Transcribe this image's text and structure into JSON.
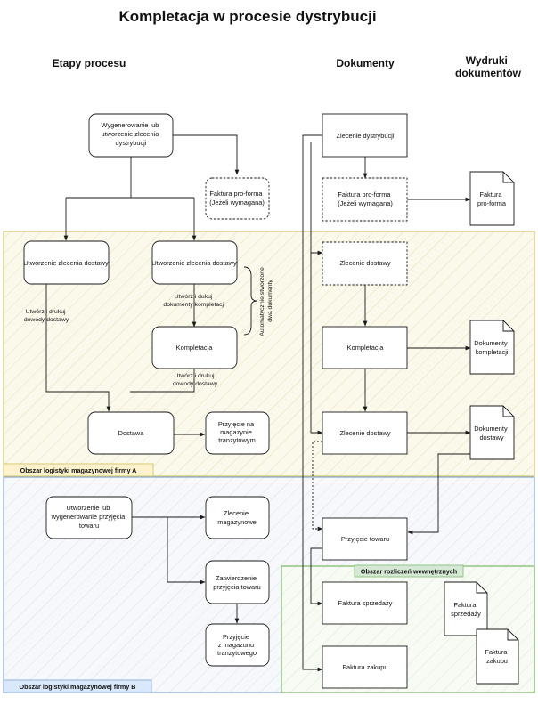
{
  "title": "Kompletacja w procesie dystrybucji",
  "columns": {
    "stages": "Etapy procesu",
    "documents": "Dokumenty",
    "printouts": [
      "Wydruki",
      "dokumentów"
    ]
  },
  "areas": {
    "firm_a": "Obszar logistyki magazynowej firmy A",
    "firm_b": "Obszar logistyki magazynowej firmy B",
    "internal": "Obszar rozliczeń wewnętrznych"
  },
  "colors": {
    "firm_a_border": "#d2c46a",
    "firm_a_fill": "#fbf9ec",
    "firm_a_tab": "#fff2cc",
    "firm_b_border": "#8aa9d0",
    "firm_b_fill": "#f6f8fc",
    "firm_b_tab": "#dae8fc",
    "internal_border": "#8cbf7a",
    "internal_fill": "#f7fbf4",
    "internal_tab": "#d5e8d4"
  },
  "stages": {
    "generate_order": [
      "Wygenerowanie lub",
      "utworzenie zlecenia",
      "dystrybucji"
    ],
    "proforma": [
      "Faktura pro-forma",
      "(Jeżeli wymagana)"
    ],
    "delivery_order_left": [
      "Utworzenie zlecenia dostawy"
    ],
    "delivery_order_right": [
      "Utworzenie zlecenia dostawy"
    ],
    "picking": [
      "Kompletacja"
    ],
    "delivery": [
      "Dostawa"
    ],
    "transit_receipt": [
      "Przyjęcie na",
      "magazynie",
      "tranzytowym"
    ],
    "create_receipt": [
      "Utworzenie lub",
      "wygenerowanie przyjęcia",
      "towaru"
    ],
    "warehouse_order": [
      "Zlecenie",
      "magazynowe"
    ],
    "approve_receipt": [
      "Zatwierdzenie",
      "przyjęcia towaru"
    ],
    "transit_issue": [
      "Przyjęcie",
      "z magazunu",
      "tranzytowego"
    ]
  },
  "edge_labels": {
    "print_delivery_left": [
      "Utwórz i drukuj",
      "dowody dostawy"
    ],
    "print_picking_docs": [
      "Utwórz i dukuj",
      "dokumenty kompletacji"
    ],
    "print_delivery_right": [
      "Utwórz i drukuj",
      "dowody dostawy"
    ],
    "auto_created": [
      "Automatycznie stworzone",
      "dwa dokumenty"
    ]
  },
  "documents": {
    "distribution_order": [
      "Zlecenie dystrybucji"
    ],
    "proforma": [
      "Faktura pro-forma",
      "(Jeżeli wymagana)"
    ],
    "delivery_order_dashed": [
      "Zlecenie dostawy"
    ],
    "picking": [
      "Kompletacja"
    ],
    "delivery_order": [
      "Zlecenie dostawy"
    ],
    "goods_receipt": [
      "Przyjęcie towaru"
    ],
    "sales_invoice": [
      "Faktura sprzedaży"
    ],
    "purchase_invoice": [
      "Faktura zakupu"
    ]
  },
  "printouts": {
    "proforma": [
      "Faktura",
      "pro-forma"
    ],
    "picking_docs": [
      "Dokumenty",
      "kompletacji"
    ],
    "delivery_docs": [
      "Dokumenty",
      "dostawy"
    ],
    "sales_invoice": [
      "Faktura",
      "sprzedaży"
    ],
    "purchase_invoice": [
      "Faktura",
      "zakupu"
    ]
  }
}
